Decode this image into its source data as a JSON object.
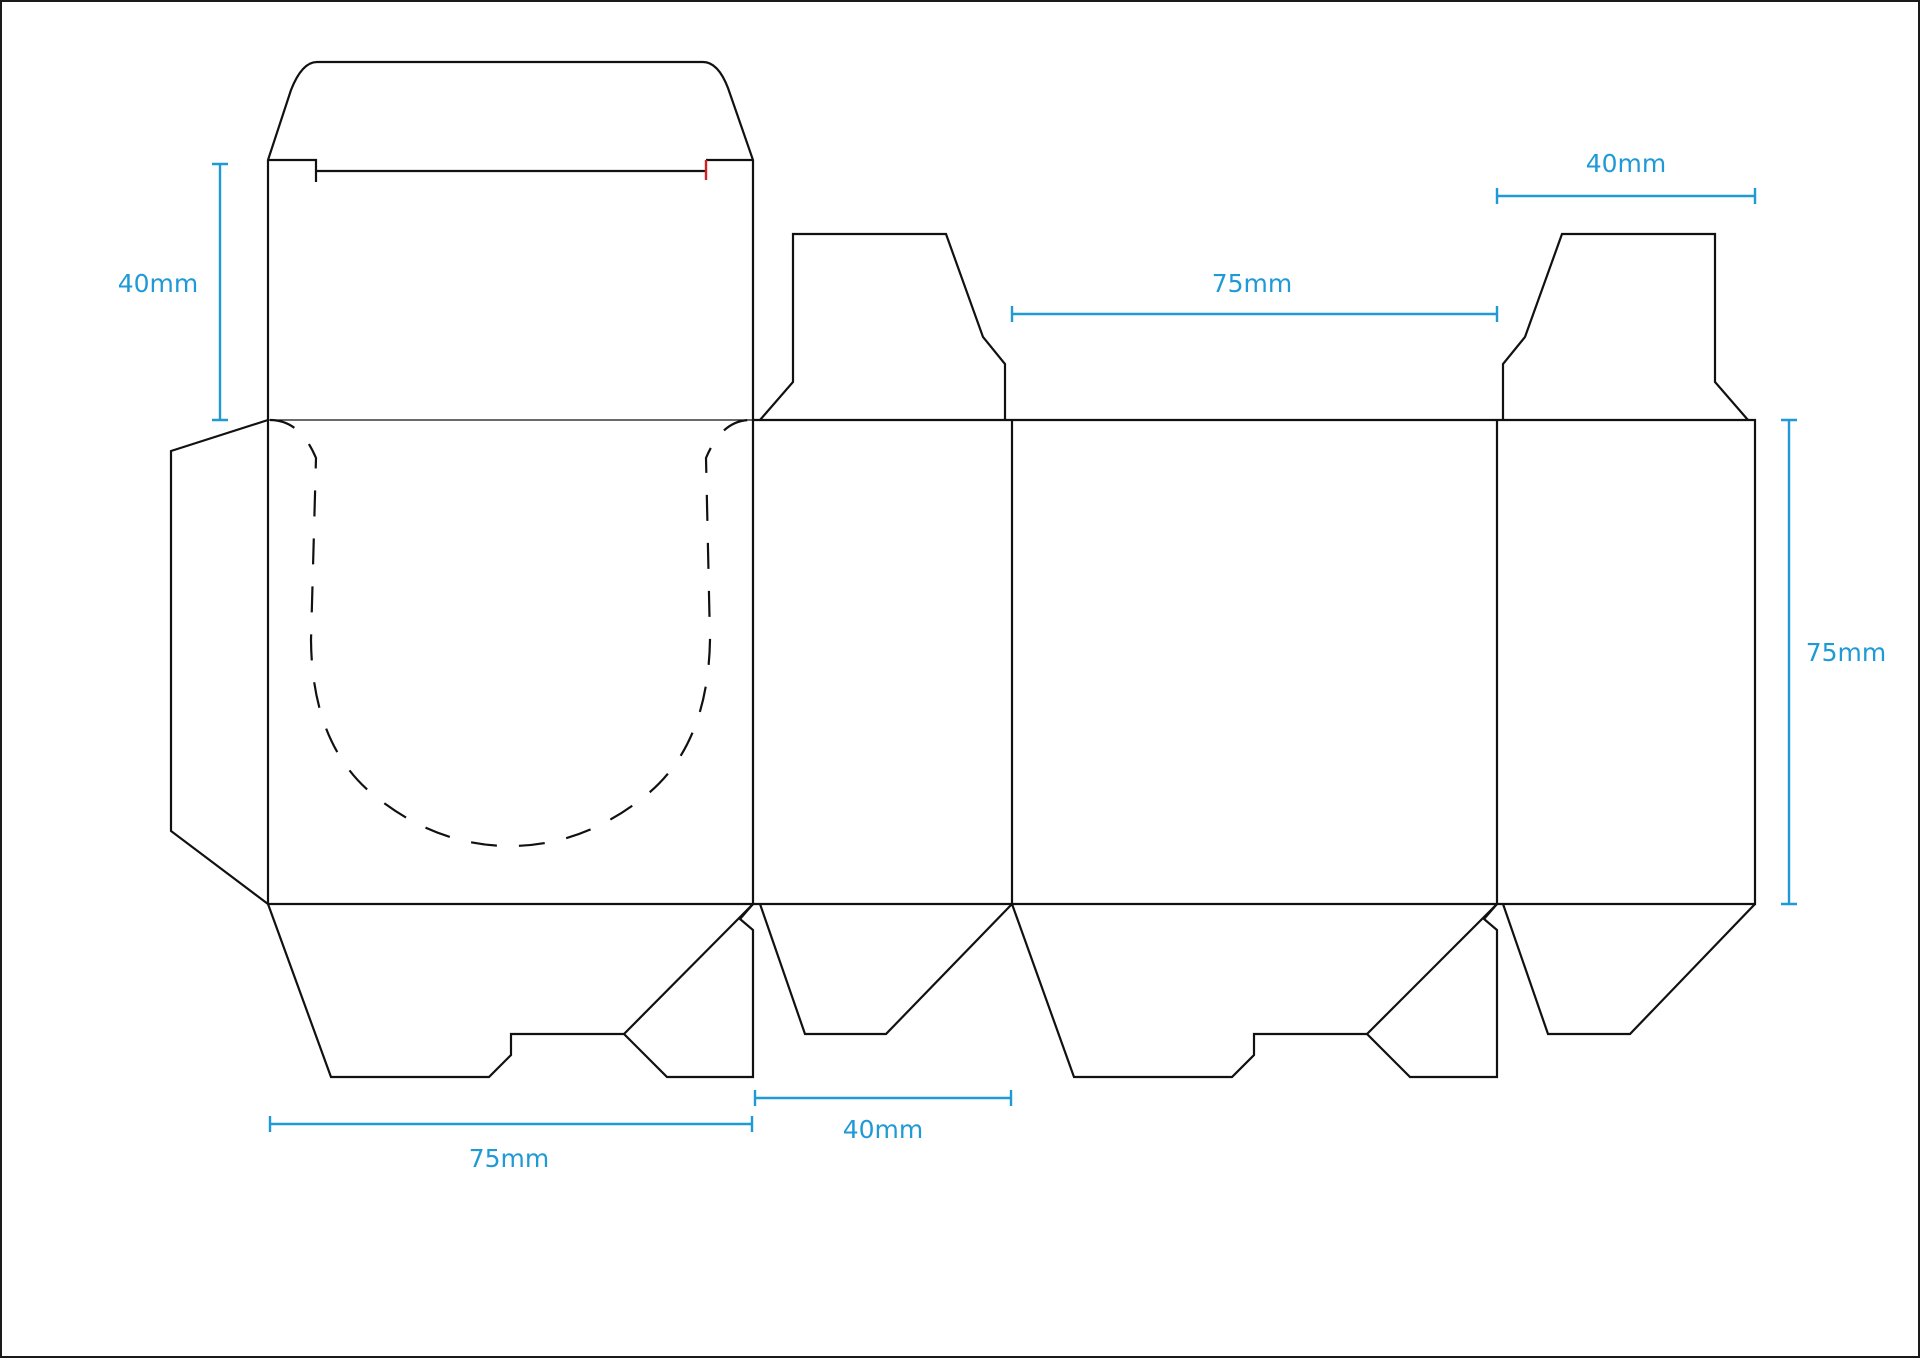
{
  "dimensions": {
    "top_flap_height": "40mm",
    "top_right_tab_width": "40mm",
    "back_panel_width": "75mm",
    "panel_height": "75mm",
    "bottom_front_width": "75mm",
    "bottom_side_width": "40mm"
  },
  "colors": {
    "cut_line": "#111111",
    "dimension": "#1f9ad6",
    "marker": "#d42020",
    "background": "#ffffff"
  }
}
